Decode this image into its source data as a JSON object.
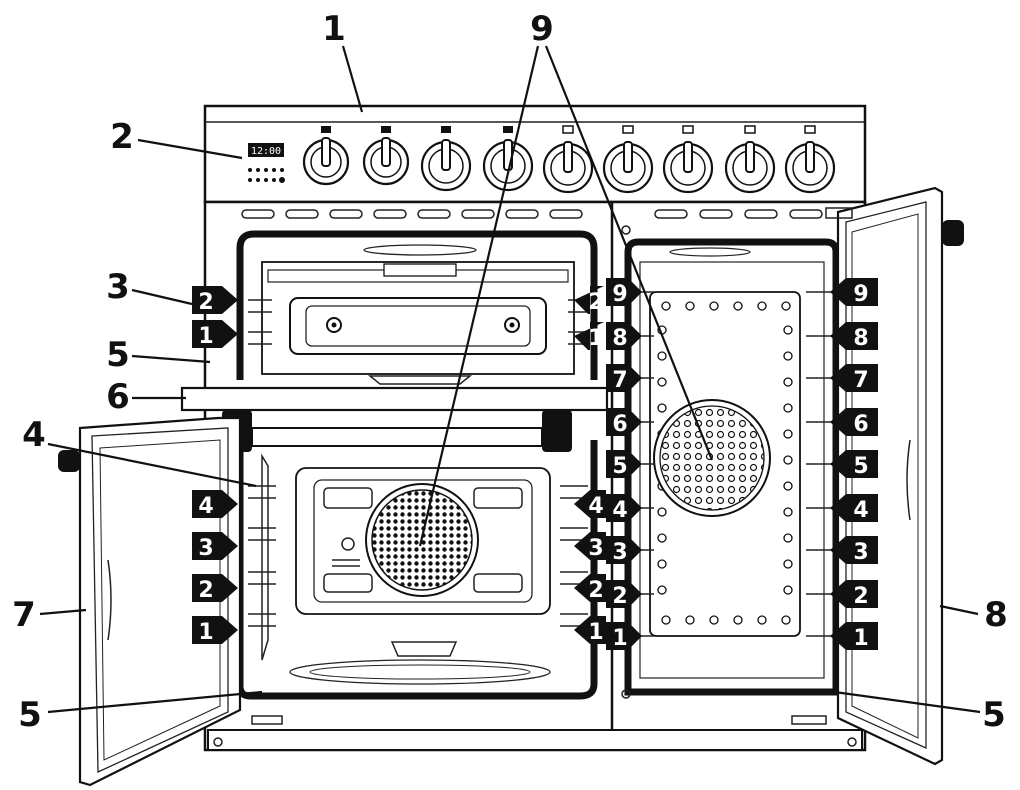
{
  "callouts": [
    {
      "id": "top-panel",
      "text": "1"
    },
    {
      "id": "clock",
      "text": "2"
    },
    {
      "id": "grill-shelf-marker",
      "text": "3"
    },
    {
      "id": "main-shelf-marker",
      "text": "4"
    },
    {
      "id": "door-seal-upper",
      "text": "5"
    },
    {
      "id": "grill-door",
      "text": "6"
    },
    {
      "id": "left-door",
      "text": "7"
    },
    {
      "id": "right-door",
      "text": "8"
    },
    {
      "id": "fans",
      "text": "9"
    },
    {
      "id": "door-seal-lower-left",
      "text": "5"
    },
    {
      "id": "door-seal-lower-right",
      "text": "5"
    }
  ],
  "grill_levels": [
    "2",
    "1"
  ],
  "main_oven_levels": [
    "4",
    "3",
    "2",
    "1"
  ],
  "right_oven_levels": [
    "9",
    "8",
    "7",
    "6",
    "5",
    "4",
    "3",
    "2",
    "1"
  ],
  "clock_label": "12:00"
}
